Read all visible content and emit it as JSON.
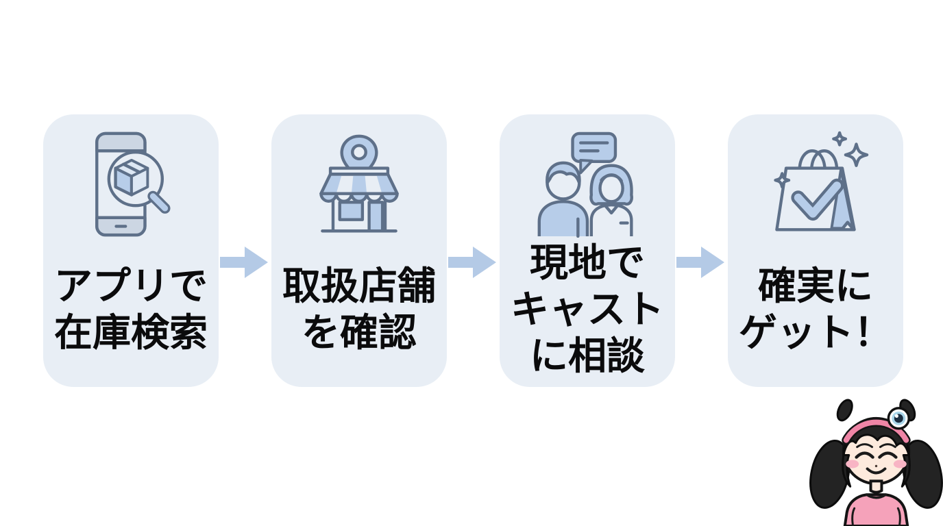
{
  "diagram": {
    "type": "process-flow",
    "direction": "left-to-right",
    "step_count": 4
  },
  "steps": [
    {
      "icon": "phone-search-icon",
      "text": "アプリで在庫検索",
      "lines": [
        "アプリで",
        "在庫検索"
      ]
    },
    {
      "icon": "store-location-icon",
      "text": "取扱店舗を確認",
      "lines": [
        "取扱店舗",
        "を確認"
      ]
    },
    {
      "icon": "people-chat-icon",
      "text": "現地でキャストに相談",
      "lines": [
        "現地で",
        "キャスト",
        "に相談"
      ]
    },
    {
      "icon": "shopping-bag-check-icon",
      "text": "確実にゲット！",
      "lines": [
        "確実に",
        "ゲット！"
      ]
    }
  ],
  "flow": {
    "arrow_icon": "right-arrow",
    "arrow_count": 3
  },
  "mascot": {
    "icon": "girl-character",
    "features": [
      "black-twintails",
      "pink-headband",
      "eyeball-hair-clip",
      "closed-happy-eyes",
      "pink-shirt"
    ]
  },
  "colors": {
    "page_bg": "#ffffff",
    "card_bg": "#e8eef5",
    "outline": "#5e7089",
    "fill_light": "#b7cde9",
    "fill_lighter": "#ccd6e3",
    "fill_pale": "#dde7f3",
    "arrow": "#b4cae6",
    "text_color": "#0b0b0c",
    "mascot_hair": "#232323",
    "mascot_skin": "#fdeadd",
    "mascot_headband": "#ef85a6",
    "mascot_shirt": "#f5a2ba",
    "mascot_blush": "#f8b4c4"
  }
}
